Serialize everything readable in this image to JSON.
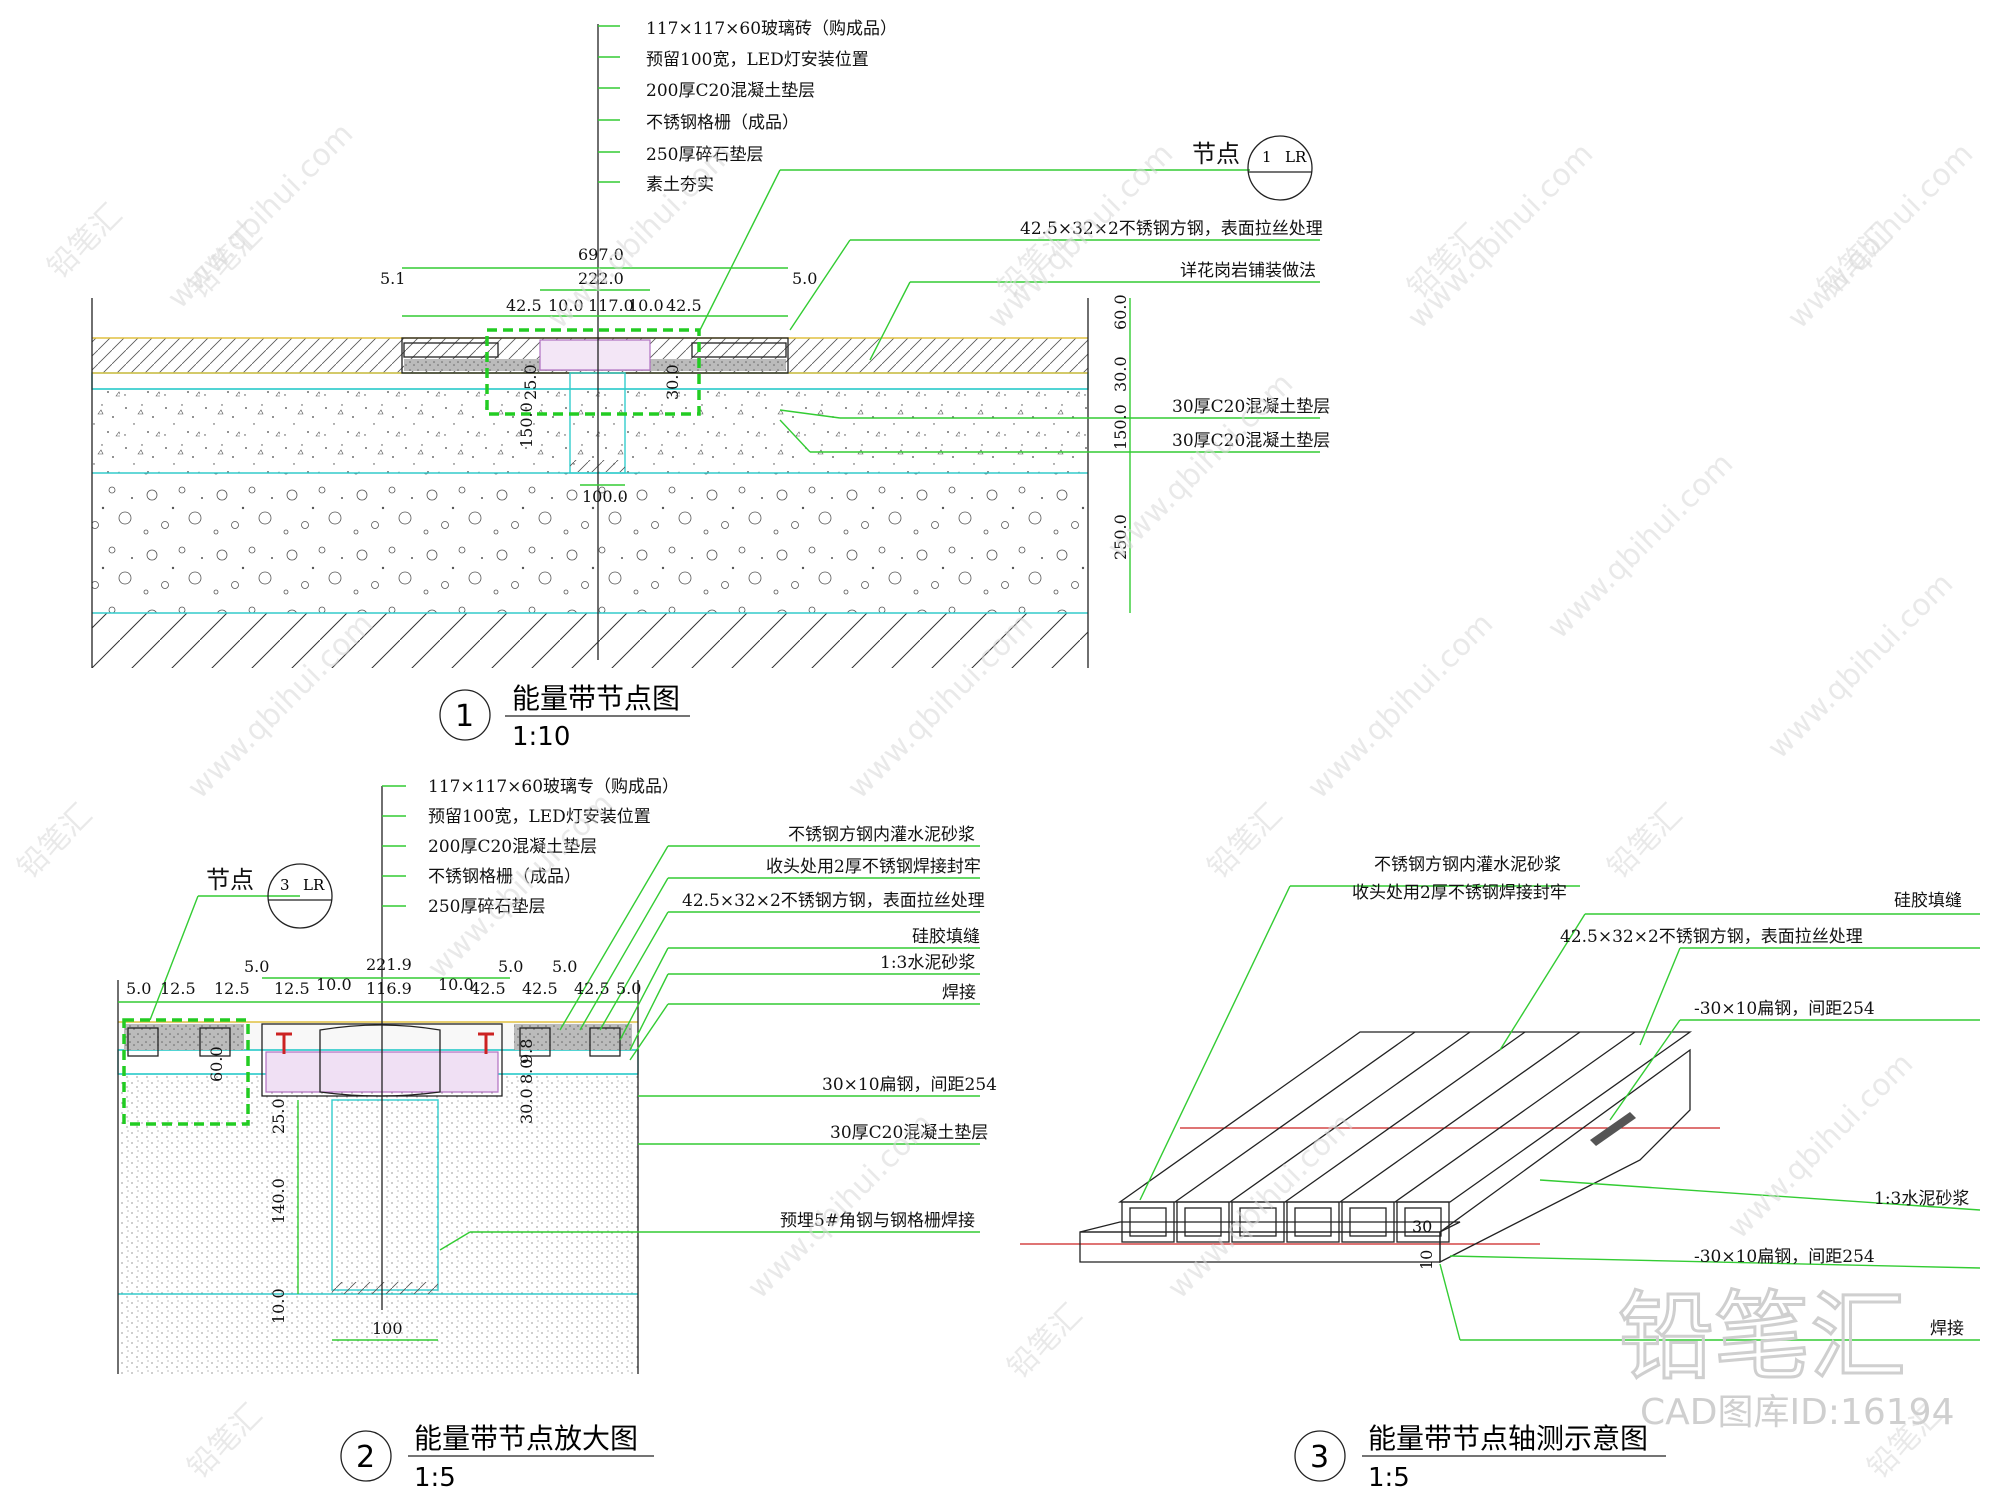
{
  "detail1": {
    "number": "1",
    "title": "能量带节点图",
    "scale": "1:10",
    "callout_top": [
      "117×117×60玻璃砖（购成品）",
      "预留100宽，LED灯安装位置",
      "200厚C20混凝土垫层",
      "不锈钢格栅（成品）",
      "250厚碎石垫层",
      "素土夯实"
    ],
    "node_label": "节点",
    "node_tag_top": "1",
    "node_tag_right": "LR",
    "callout_right": [
      "42.5×32×2不锈钢方钢，表面拉丝处理",
      "详花岗岩铺装做法",
      "30厚C20混凝土垫层",
      "30厚C20混凝土垫层"
    ],
    "dims_top": [
      "697.0",
      "222.0",
      "5.1",
      "5.0",
      "42.5",
      "10.0",
      "117.0",
      "10.0",
      "42.5"
    ],
    "dims_inner": [
      "25.0",
      "30.0",
      "150.0",
      "100.0"
    ],
    "dims_right": [
      "60.0",
      "30.0",
      "150.0",
      "250.0"
    ]
  },
  "detail2": {
    "number": "2",
    "title": "能量带节点放大图",
    "scale": "1:5",
    "callout_top": [
      "117×117×60玻璃专（购成品）",
      "预留100宽，LED灯安装位置",
      "200厚C20混凝土垫层",
      "不锈钢格栅（成品）",
      "250厚碎石垫层"
    ],
    "node_label": "节点",
    "node_tag_top": "3",
    "node_tag_right": "LR",
    "callout_right": [
      "不锈钢方钢内灌水泥砂浆",
      "收头处用2厚不锈钢焊接封牢",
      "42.5×32×2不锈钢方钢，表面拉丝处理",
      "硅胶填缝",
      "1:3水泥砂浆",
      "焊接",
      "30×10扁钢，间距254",
      "30厚C20混凝土垫层",
      "预埋5#角钢与钢格栅焊接"
    ],
    "dims_top": [
      "221.9",
      "5.0",
      "12.5",
      "12.5",
      "5.0",
      "12.5",
      "10.0",
      "116.9",
      "10.0",
      "42.5",
      "5.0",
      "42.5",
      "42.5",
      "5.0",
      "5.0"
    ],
    "dims_inner": [
      "60.0",
      "9.8",
      "30.0",
      "8.0",
      "25.0",
      "140.0",
      "10.0",
      "100"
    ]
  },
  "detail3": {
    "number": "3",
    "title": "能量带节点轴测示意图",
    "scale": "1:5",
    "callout_left": [
      "不锈钢方钢内灌水泥砂浆",
      "收头处用2厚不锈钢焊接封牢"
    ],
    "callout_right": [
      "硅胶填缝",
      "42.5×32×2不锈钢方钢，表面拉丝处理",
      "-30×10扁钢，间距254",
      "1:3水泥砂浆",
      "-30×10扁钢，间距254",
      "焊接"
    ],
    "dims": [
      "30",
      "10"
    ]
  },
  "watermark": {
    "logo_text": "铅笔汇",
    "id_text": "CAD图库ID:16194",
    "brand": "铅笔汇",
    "url": "www.qbihui.com"
  }
}
